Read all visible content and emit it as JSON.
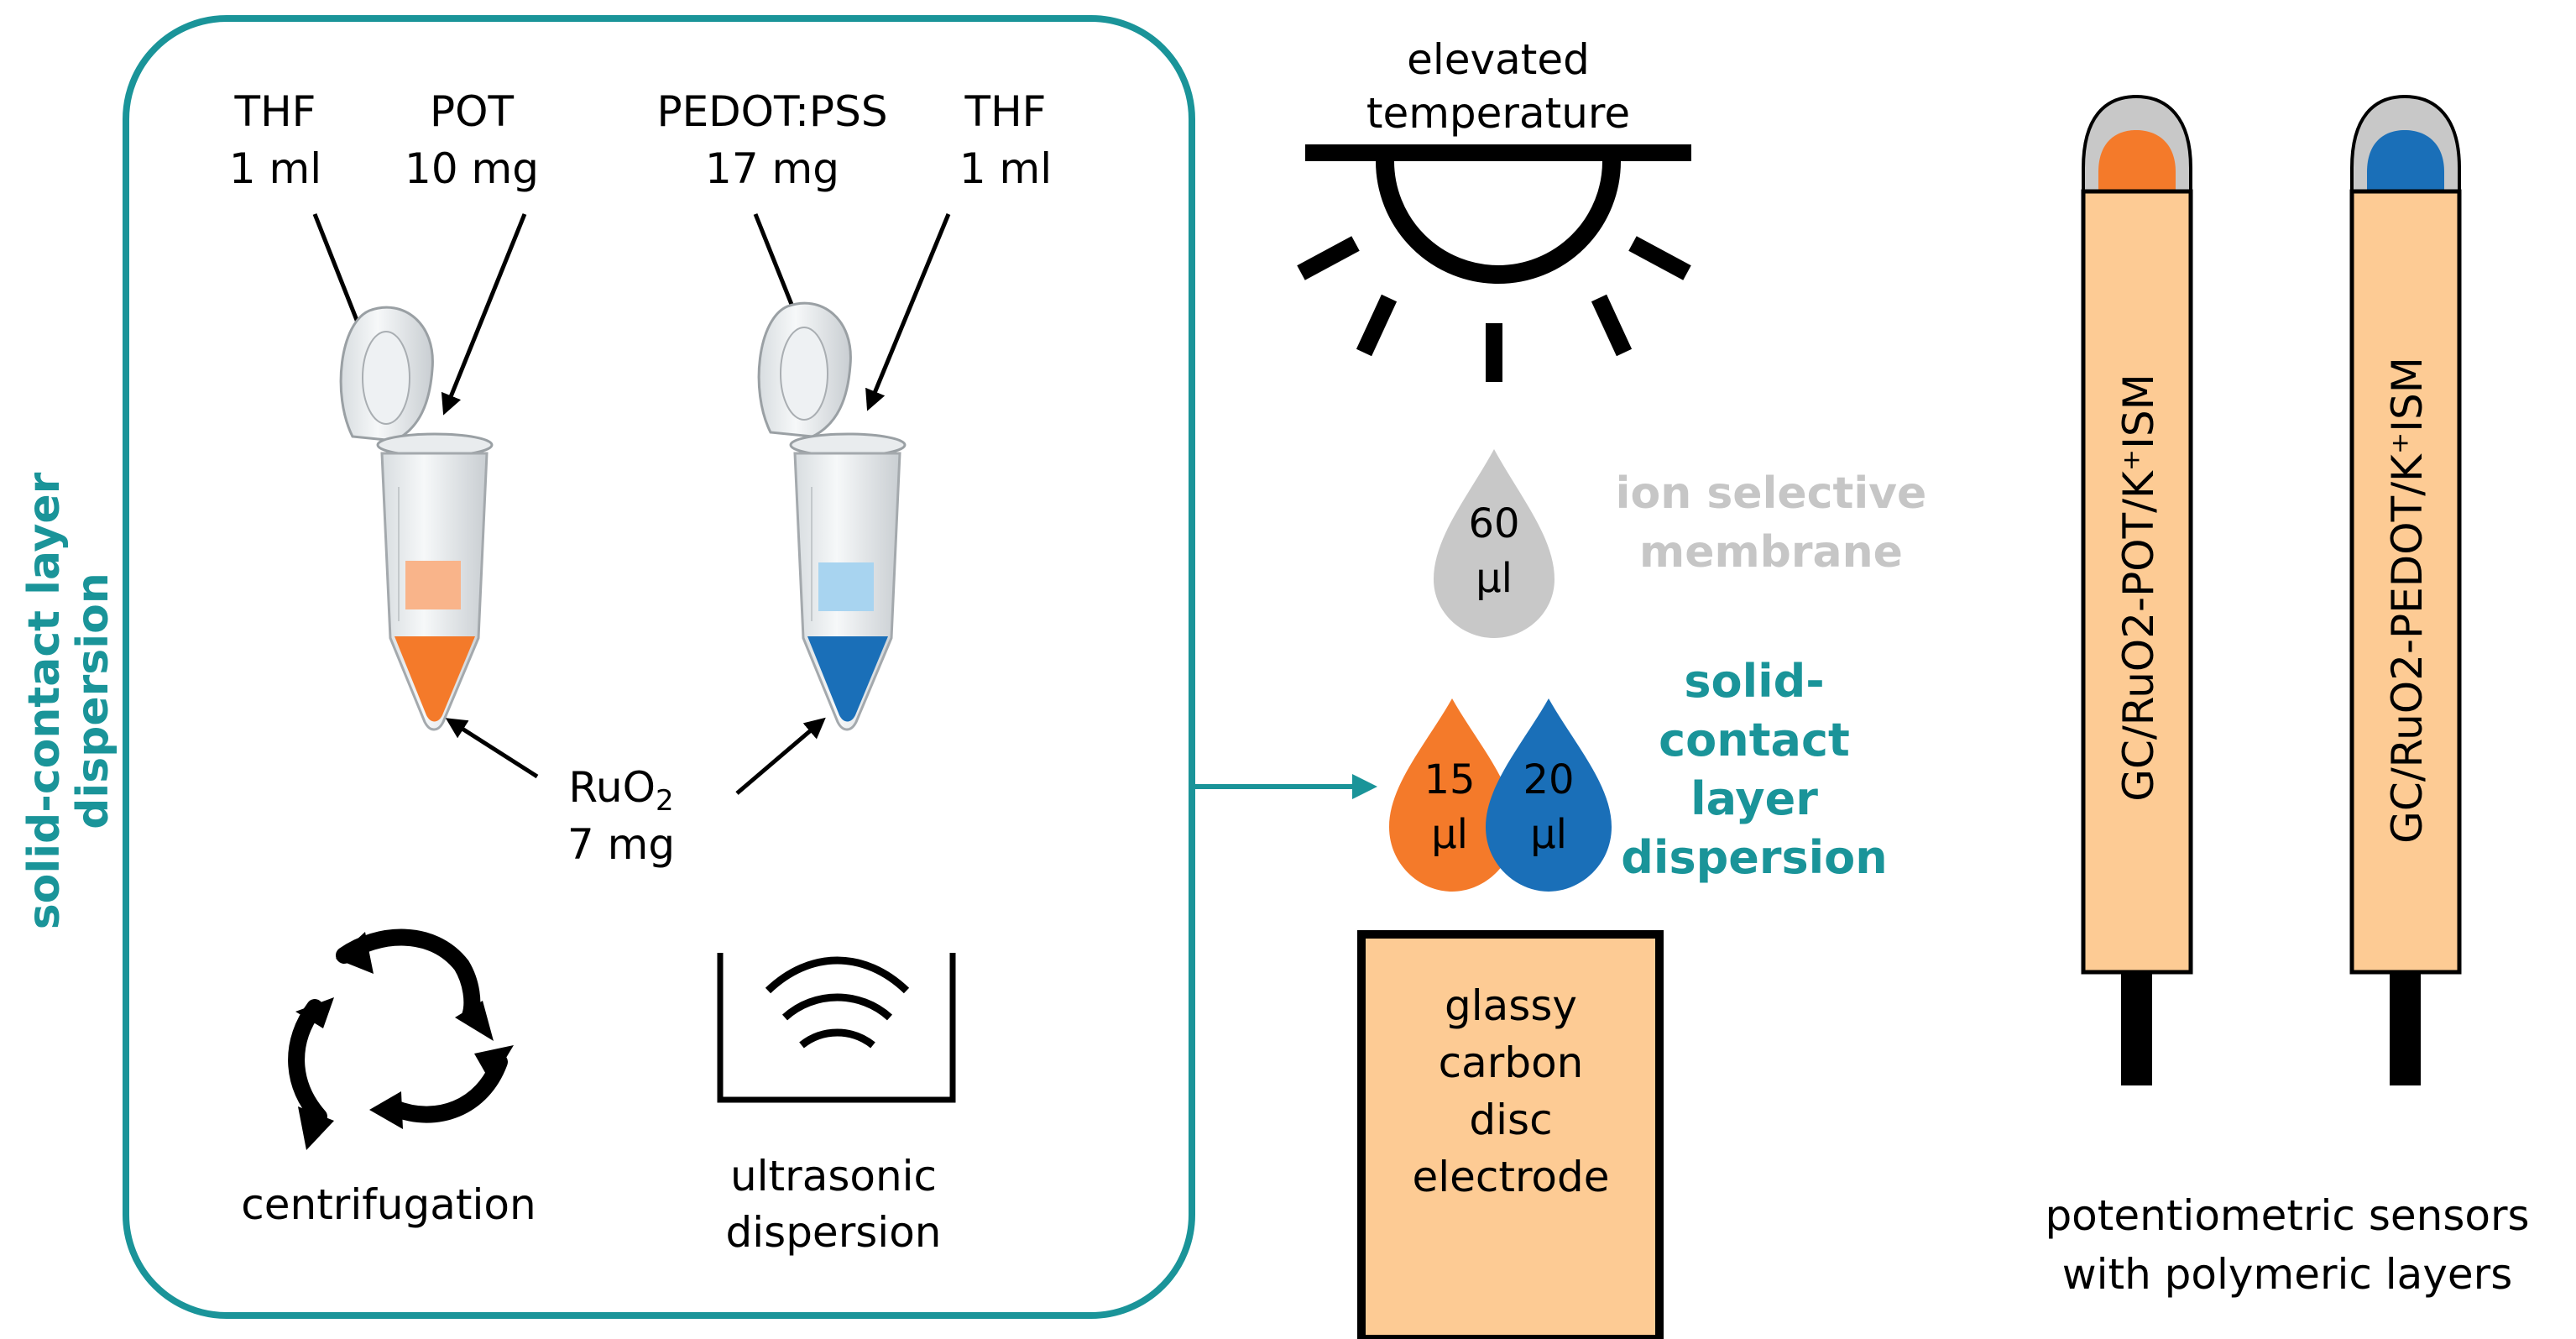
{
  "left_panel": {
    "side_title_line1": "solid-contact layer",
    "side_title_line2": "dispersion",
    "tube1": {
      "label1_line1": "THF",
      "label1_line2": "1 ml",
      "label2_line1": "POT",
      "label2_line2": "10 mg",
      "color_top": "#f9b48a",
      "color_bottom": "#f47a2a"
    },
    "tube2": {
      "label1_line1": "PEDOT:PSS",
      "label1_line2": "17 mg",
      "label2_line1": "THF",
      "label2_line2": "1 ml",
      "color_top": "#a8d4f0",
      "color_bottom": "#1a6fb8"
    },
    "ruo2_prefix": "RuO",
    "ruo2_sub": "2",
    "ruo2_amount": "7 mg",
    "centrifugation": "centrifugation",
    "ultrasonic_line1": "ultrasonic",
    "ultrasonic_line2": "dispersion"
  },
  "middle": {
    "temp_line1": "elevated",
    "temp_line2": "temperature",
    "ism_drop_line1": "60",
    "ism_drop_line2": "µl",
    "ism_label_line1": "ion selective",
    "ism_label_line2": "membrane",
    "drop_orange_line1": "15",
    "drop_orange_line2": "µl",
    "drop_blue_line1": "20",
    "drop_blue_line2": "µl",
    "sc_label_line1": "solid-",
    "sc_label_line2": "contact",
    "sc_label_line3": "layer",
    "sc_label_line4": "dispersion",
    "electrode_line1": "glassy",
    "electrode_line2": "carbon",
    "electrode_line3": "disc",
    "electrode_line4": "electrode"
  },
  "right": {
    "sensor1_label": "GC/RuO2-POT/K⁺ISM",
    "sensor2_label": "GC/RuO2-PEDOT/K⁺ISM",
    "caption_line1": "potentiometric sensors",
    "caption_line2": "with polymeric layers"
  },
  "colors": {
    "teal": "#1a9499",
    "orange": "#f47a2a",
    "blue": "#1a6fb8",
    "gray_drop": "#c8c8c8",
    "gray_text": "#c6c6c6",
    "electrode_fill": "#fdcb94"
  }
}
